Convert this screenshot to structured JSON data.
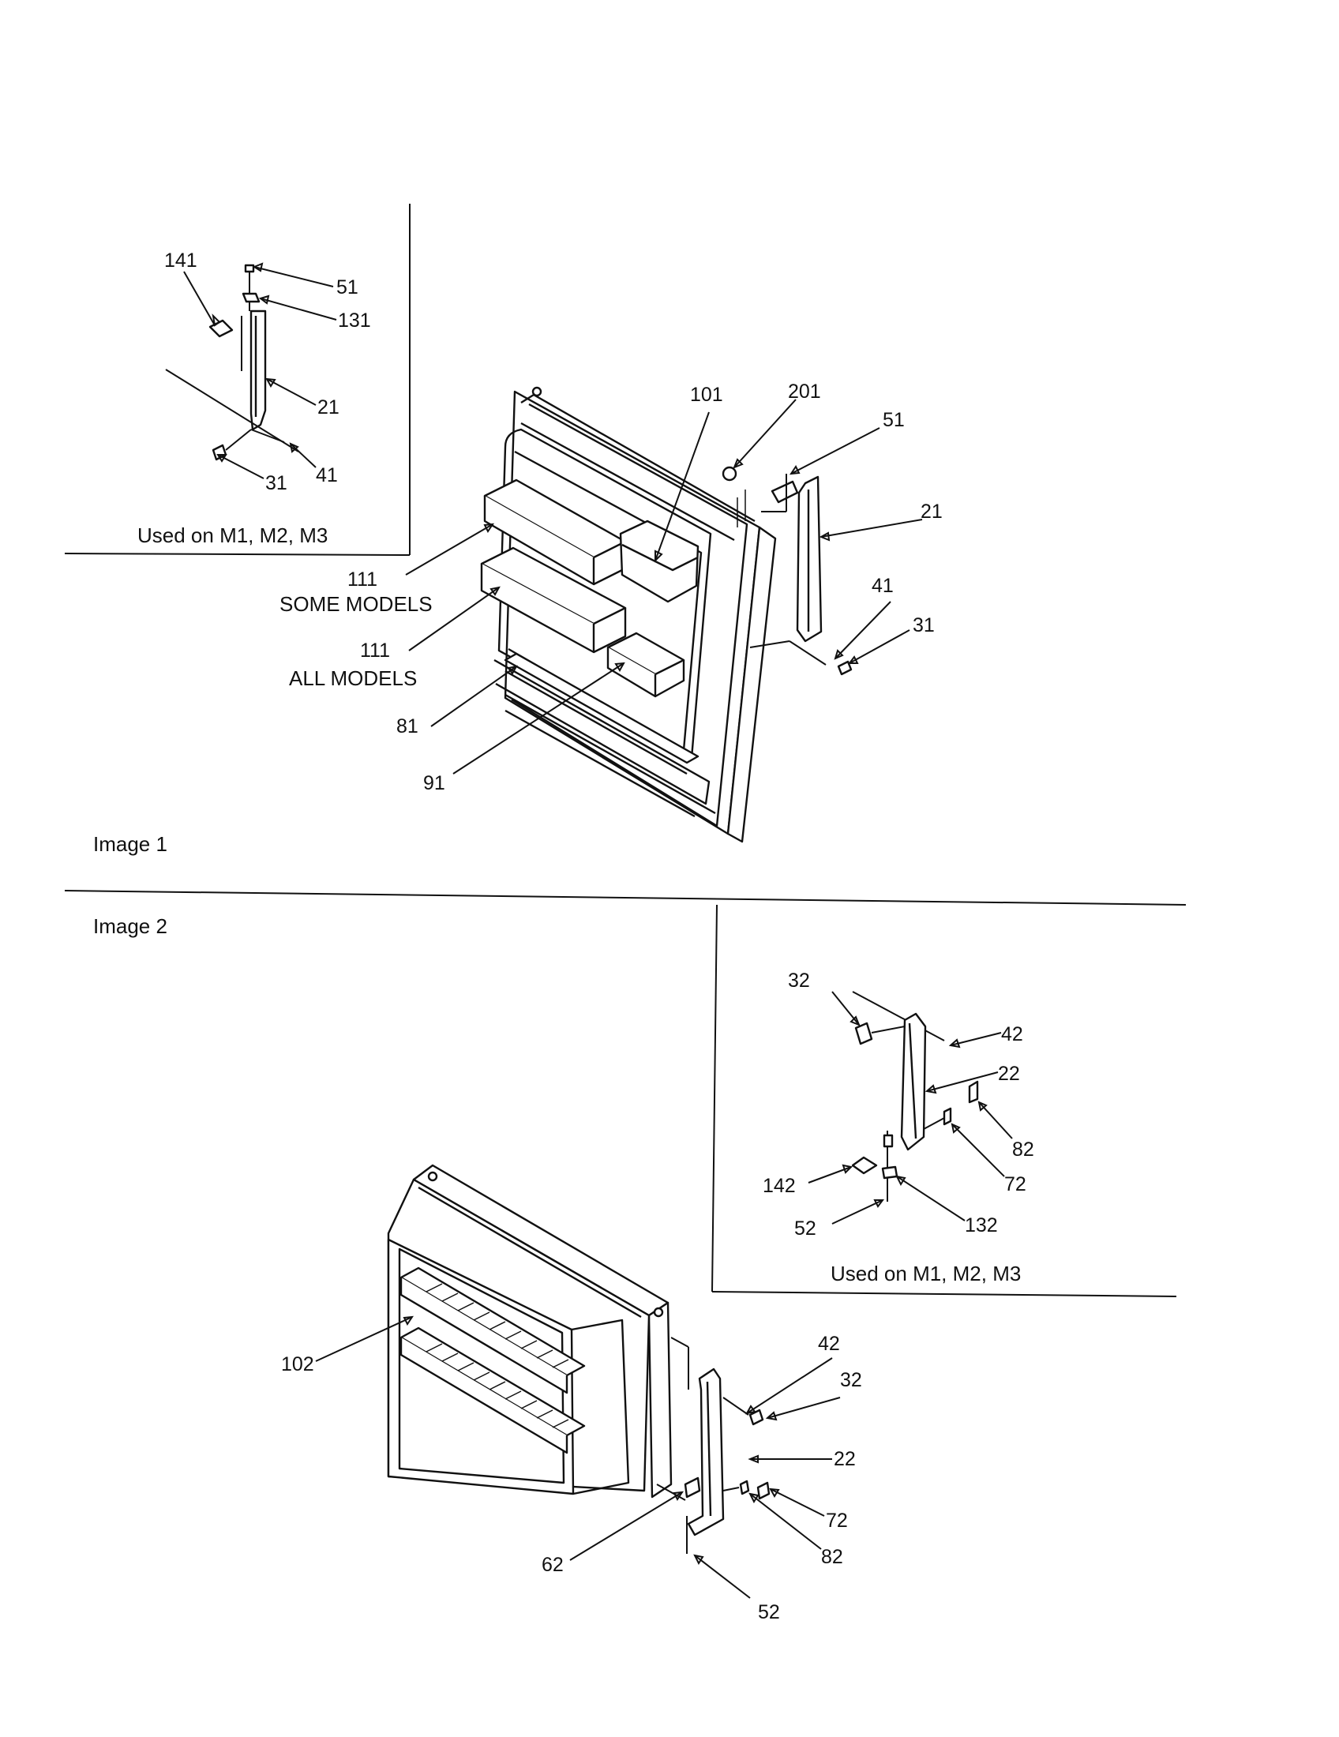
{
  "image1": {
    "caption": "Image 1",
    "inset_note": "Used on M1, M2, M3",
    "callouts": {
      "c141": "141",
      "c51a": "51",
      "c131": "131",
      "c21a": "21",
      "c31a": "31",
      "c41a": "41",
      "c101": "101",
      "c201": "201",
      "c51b": "51",
      "c21b": "21",
      "c41b": "41",
      "c31b": "31",
      "c111a": "111",
      "c111b": "111",
      "c81": "81",
      "c91": "91"
    },
    "notes": {
      "some_models": "SOME MODELS",
      "all_models": "ALL MODELS"
    }
  },
  "image2": {
    "caption": "Image 2",
    "inset_note": "Used on M1, M2, M3",
    "callouts": {
      "c32a": "32",
      "c42a": "42",
      "c22a": "22",
      "c82a": "82",
      "c72a": "72",
      "c142": "142",
      "c52a": "52",
      "c132": "132",
      "c102": "102",
      "c42b": "42",
      "c32b": "32",
      "c22b": "22",
      "c72b": "72",
      "c82b": "82",
      "c62": "62",
      "c52b": "52"
    }
  }
}
